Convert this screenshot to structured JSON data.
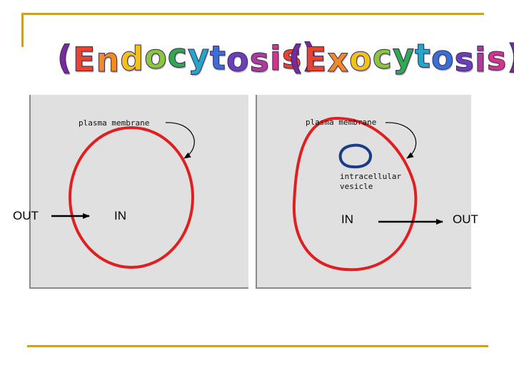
{
  "endocytosis": {
    "title": "(Endocytosis)",
    "membrane_label": "plasma membrane",
    "outside_label": "OUT",
    "inside_label": "IN"
  },
  "exocytosis": {
    "title": "(Exocytosis)",
    "membrane_label": "plasma membrane",
    "vesicle_label_line1": "intracellular",
    "vesicle_label_line2": "vesicle",
    "inside_label": "IN",
    "outside_label": "OUT"
  },
  "colors": {
    "frame": "#c9a227",
    "membrane": "#e02020",
    "vesicle": "#1a3a8a",
    "panel": "#e0e0e0",
    "title_letters": [
      "#d6338a",
      "#e8432b",
      "#f08a24",
      "#f2c21b",
      "#8cc63f",
      "#2fa84f",
      "#25a6c6",
      "#3a6fd8",
      "#6a3fb8",
      "#b03a9a",
      "#d6338a",
      "#e8432b",
      "#f08a24"
    ]
  }
}
